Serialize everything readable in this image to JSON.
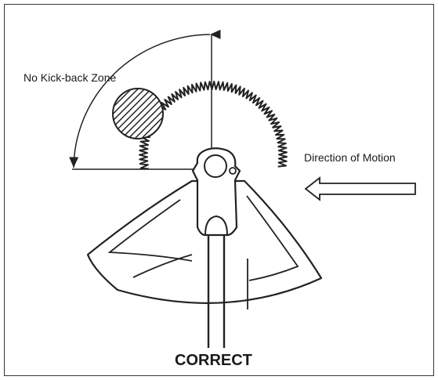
{
  "diagram": {
    "zone_label": "No Kick-back Zone",
    "motion_label": "Direction of Motion",
    "caption": "CORRECT"
  }
}
